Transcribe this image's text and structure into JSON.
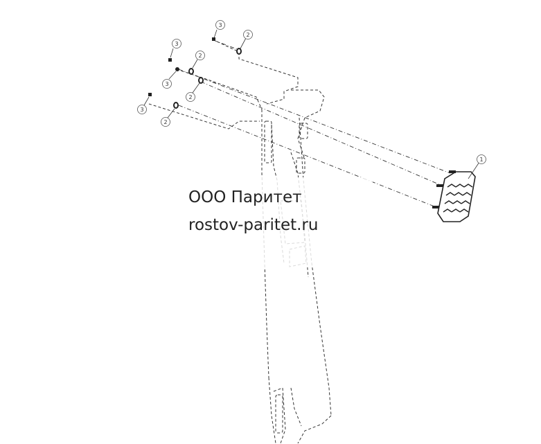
{
  "callouts": [
    {
      "id": "c3a",
      "label": "3"
    },
    {
      "id": "c2a",
      "label": "2"
    },
    {
      "id": "c3b",
      "label": "3"
    },
    {
      "id": "c2b",
      "label": "2"
    },
    {
      "id": "c3c",
      "label": "3"
    },
    {
      "id": "c2c",
      "label": "2"
    },
    {
      "id": "c3d",
      "label": "3"
    },
    {
      "id": "c2d",
      "label": "2"
    },
    {
      "id": "c1",
      "label": "1"
    }
  ],
  "watermark": {
    "line1": "ООО Паритет",
    "line2": "rostov-paritet.ru"
  }
}
